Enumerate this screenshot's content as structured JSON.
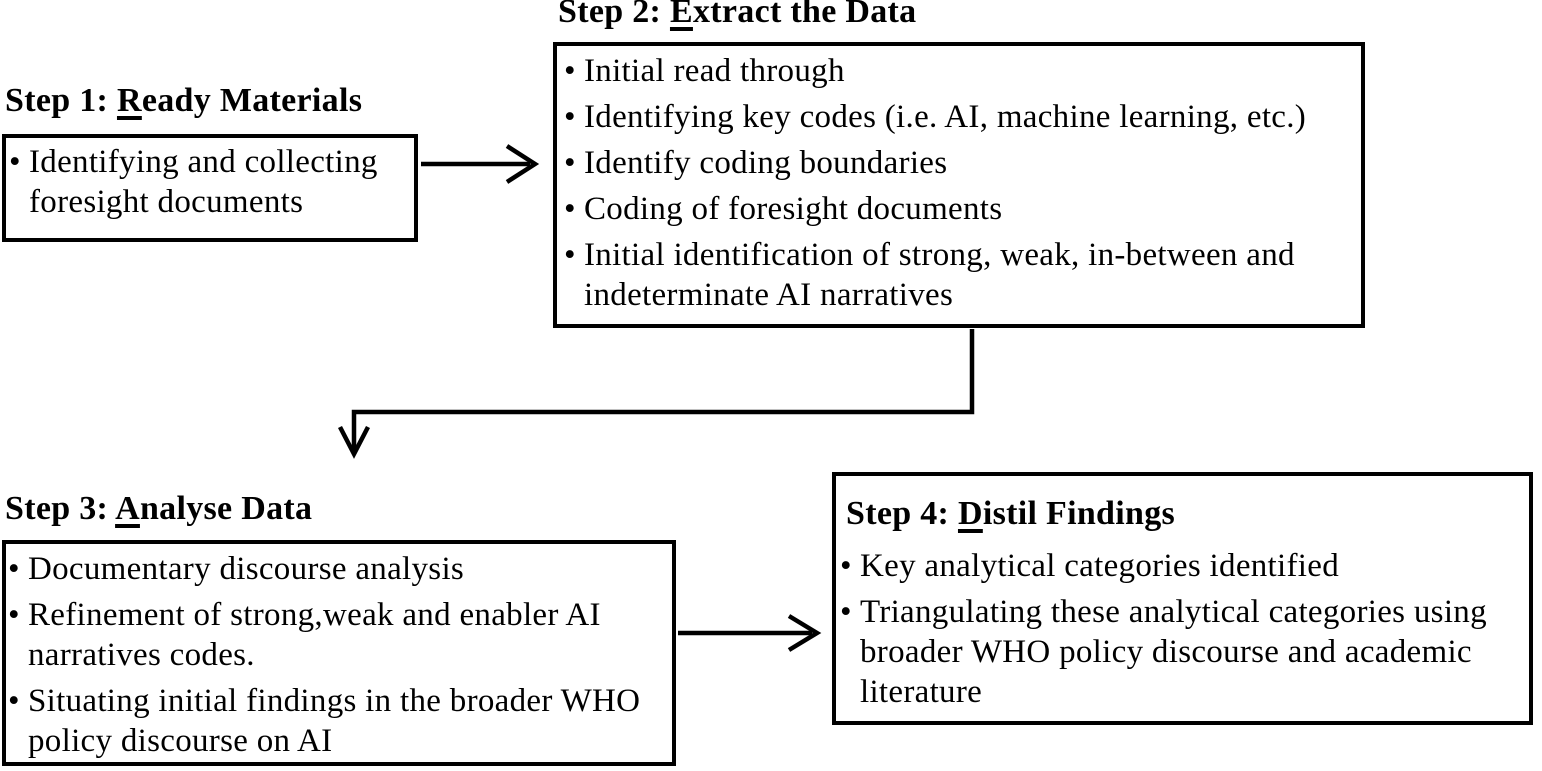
{
  "diagram": {
    "background_color": "#ffffff",
    "line_color": "#000000",
    "bullet_glyph": "•",
    "steps": [
      {
        "id": "step1",
        "title": {
          "prefix": "Step 1: ",
          "underlined": "R",
          "rest": "eady Materials"
        },
        "bullets": [
          "Identifying and collecting\nforesight documents"
        ]
      },
      {
        "id": "step2",
        "title": {
          "prefix": "Step 2: ",
          "underlined": "E",
          "rest": "xtract the Data"
        },
        "bullets": [
          "Initial read through",
          "Identifying key codes (i.e. AI, machine learning, etc.)",
          "Identify coding boundaries",
          "Coding of foresight documents",
          "Initial identification of strong, weak, in-between and\nindeterminate AI narratives"
        ]
      },
      {
        "id": "step3",
        "title": {
          "prefix": "Step 3: ",
          "underlined": "A",
          "rest": "nalyse Data"
        },
        "bullets": [
          "Documentary discourse analysis",
          "Refinement of strong,weak and enabler AI\nnarratives codes.",
          "Situating initial findings in the broader WHO\npolicy discourse on AI"
        ]
      },
      {
        "id": "step4",
        "title": {
          "prefix": "Step 4: ",
          "underlined": "D",
          "rest": "istil Findings"
        },
        "bullets": [
          "Key analytical categories identified",
          "Triangulating these analytical categories using\nbroader WHO policy discourse and academic\nliterature"
        ]
      }
    ],
    "connectors": [
      {
        "from": "step1",
        "to": "step2"
      },
      {
        "from": "step2",
        "to": "step3"
      },
      {
        "from": "step3",
        "to": "step4"
      }
    ]
  }
}
